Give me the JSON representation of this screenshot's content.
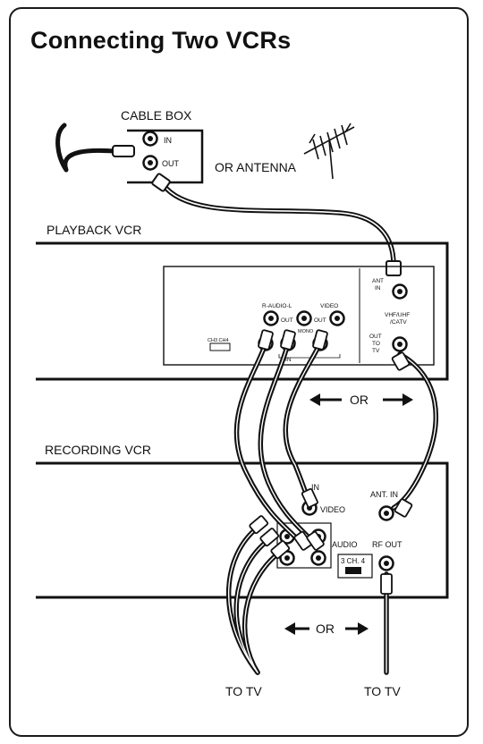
{
  "title": "Connecting Two VCRs",
  "labels": {
    "cable_box": "CABLE BOX",
    "or_antenna": "OR ANTENNA",
    "playback_vcr": "PLAYBACK VCR",
    "recording_vcr": "RECORDING VCR",
    "to_tv_left": "TO TV",
    "to_tv_right": "TO TV",
    "or_upper": "OR",
    "or_lower": "OR"
  },
  "cable_box_ports": {
    "in": "IN",
    "out": "OUT"
  },
  "playback_ports": {
    "audio": "R-AUDIO-L",
    "video": "VIDEO",
    "out_left": "OUT",
    "out_right": "OUT",
    "mono": "MONO",
    "in": "IN",
    "channel_switch": "CH3 CH4",
    "ant_in_line1": "ANT",
    "ant_in_line2": "IN",
    "vhf_line1": "VHF/UHF",
    "vhf_line2": "/CATV",
    "out_to_tv_line1": "OUT",
    "out_to_tv_line2": "TO",
    "out_to_tv_line3": "TV"
  },
  "recording_ports": {
    "in": "IN",
    "video": "VIDEO",
    "ant_in": "ANT. IN",
    "audio": "AUDIO",
    "rf_out": "RF OUT",
    "channel_switch": "3 CH. 4"
  }
}
